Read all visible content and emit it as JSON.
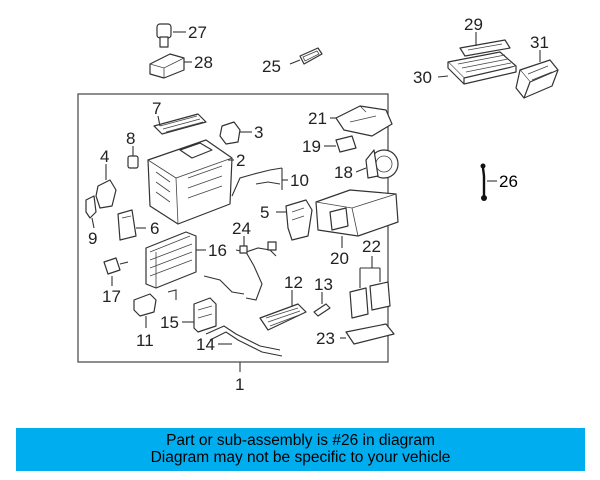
{
  "diagram": {
    "callouts": [
      "1",
      "2",
      "3",
      "4",
      "5",
      "6",
      "7",
      "8",
      "9",
      "10",
      "11",
      "12",
      "13",
      "14",
      "15",
      "16",
      "17",
      "18",
      "19",
      "20",
      "21",
      "22",
      "23",
      "24",
      "25",
      "26",
      "27",
      "28",
      "29",
      "30",
      "31"
    ],
    "highlight_color": "#111111",
    "line_color": "#333333"
  },
  "banner": {
    "line1": "Part or sub-assembly is #26 in diagram",
    "line2": "Diagram may not be specific to your vehicle",
    "background": "#00aeef"
  }
}
